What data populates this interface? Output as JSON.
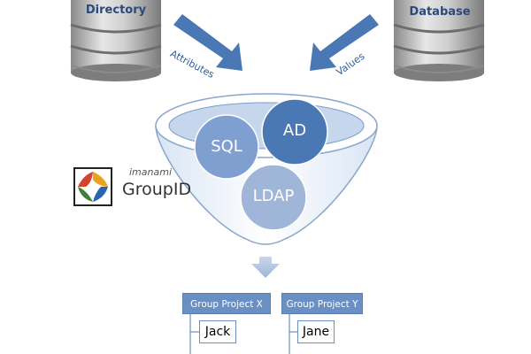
{
  "sources": {
    "left_db": "Directory",
    "right_db": "Database",
    "left_arrow": "Attributes",
    "right_arrow": "Values"
  },
  "funnel": {
    "sql": "SQL",
    "ad": "AD",
    "ldap": "LDAP"
  },
  "brand": {
    "small": "imanami",
    "big": "GroupID",
    "colors": [
      "#e8a21b",
      "#3f7f3a",
      "#2a64b0",
      "#d4442a"
    ]
  },
  "groups": [
    {
      "name": "Group Project X",
      "members": [
        "Jack"
      ]
    },
    {
      "name": "Group Project Y",
      "members": [
        "Jane"
      ]
    }
  ],
  "colors": {
    "accent": "#4a78b4",
    "header": "#6a8fc2"
  }
}
